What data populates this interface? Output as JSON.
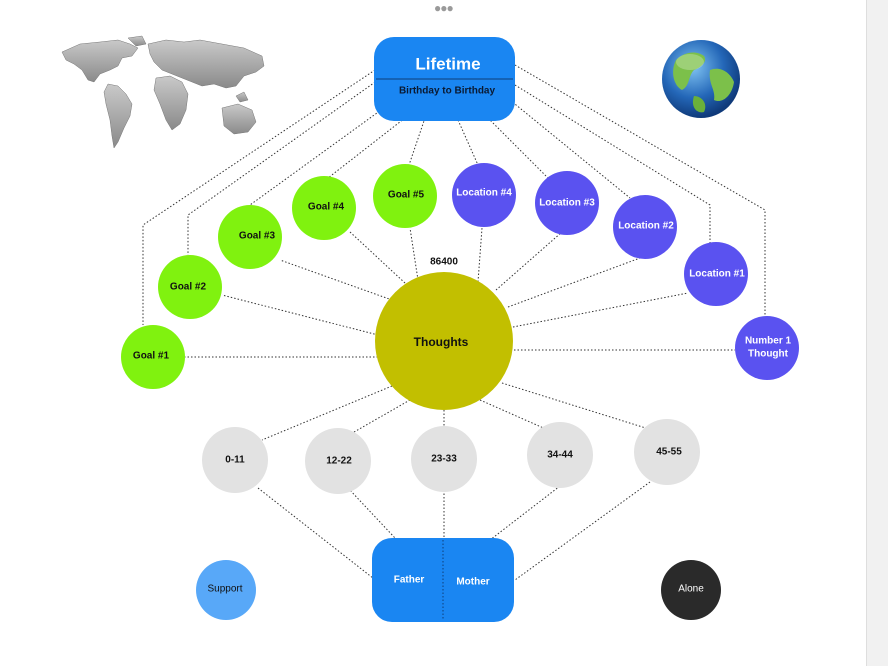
{
  "menu_icon": "more-horizontal-icon",
  "icons": {
    "world_map": "world-map-icon",
    "globe": "earth-globe-icon"
  },
  "colors": {
    "header_blue": "#1a86f2",
    "goal_green": "#80f20f",
    "location_purple": "#5a52f0",
    "thoughts_olive": "#c2bf00",
    "age_gray": "#e2e2e2",
    "support_blue": "#58a8f8",
    "alone_black": "#2a2a2a"
  },
  "lifetime": {
    "title": "Lifetime",
    "subtitle": "Birthday to Birthday"
  },
  "center": {
    "label": "Thoughts",
    "count": "86400"
  },
  "goals": [
    "Goal #1",
    "Goal #2",
    "Goal #3",
    "Goal #4",
    "Goal #5"
  ],
  "locations": [
    "Location #4",
    "Location #3",
    "Location #2",
    "Location #1"
  ],
  "number_one": [
    "Number 1",
    "Thought"
  ],
  "ages": [
    "0-11",
    "12-22",
    "23-33",
    "34-44",
    "45-55"
  ],
  "parents": {
    "father": "Father",
    "mother": "Mother"
  },
  "support": "Support",
  "alone": "Alone"
}
